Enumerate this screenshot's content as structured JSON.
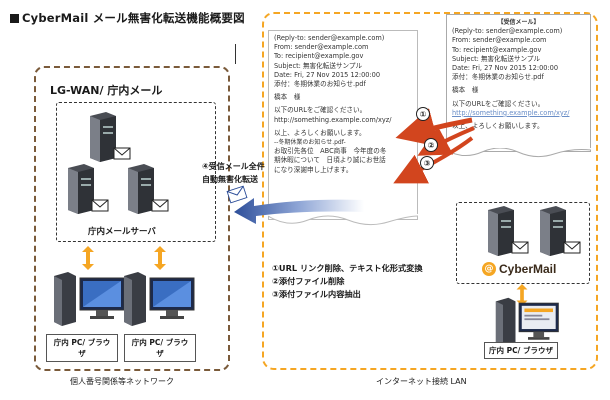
{
  "title": "CyberMail メール無害化転送機能概要図",
  "left_zone": {
    "title": "LG-WAN/ 庁内メール",
    "server_label": "庁内メールサーバ",
    "pc_label_1": "庁内 PC/ ブラウザ",
    "pc_label_2": "庁内 PC/ ブラウザ",
    "footer": "個人番号関係等ネットワーク"
  },
  "right_zone": {
    "footer": "インターネット接続 LAN",
    "pc_label": "庁内 PC/ ブラウザ",
    "brand": "CyberMail"
  },
  "transfer_label_line1": "④受信メール全件",
  "transfer_label_line2": "自動無害化転送",
  "received_mail": {
    "header": "【受信メール】",
    "lines": [
      "(Reply-to: sender@example.com)",
      "From: sender@example.com",
      "To: recipient@example.gov",
      "Subject: 無害化転送サンプル",
      "Date: Fri, 27 Nov 2015 12:00:00",
      "添付：冬期休業のお知らせ.pdf"
    ],
    "greeting": "橋本　様",
    "body1": "以下のURLをご確認ください。",
    "link": "http://something.example.com/xyz/",
    "closing": "以上、よろしくお願いします。"
  },
  "sanitized_mail": {
    "lines": [
      "(Reply-to: sender@example.com)",
      "From: sender@example.com",
      "To: recipient@example.gov",
      "Subject: 無害化転送サンプル",
      "Date: Fri, 27 Nov 2015 12:00:00",
      "添付：冬期休業のお知らせ.pdf"
    ],
    "greeting": "橋本　様",
    "body1": "以下のURLをご確認ください。",
    "link_text": "http://something.example.com/xyz/",
    "closing": "以上、よろしくお願いします。",
    "attachment_name": "--冬期休業のお知らせ.pdf-",
    "extract1": "お取引先各位　ABC商事　今年度の冬",
    "extract2": "期休暇について　日頃より誠にお世話",
    "extract3": "になり深謝申し上げます。"
  },
  "steps": {
    "s1": "①URL リンク削除、テキスト化形式変換",
    "s2": "②添付ファイル削除",
    "s3": "③添付ファイル内容抽出"
  },
  "markers": {
    "m1": "①",
    "m2": "②",
    "m3": "③"
  },
  "colors": {
    "orange": "#f5a623",
    "brown": "#7a5a3a",
    "arrow_red": "#d2451e",
    "arrow_blue": "#2e4f9a"
  }
}
